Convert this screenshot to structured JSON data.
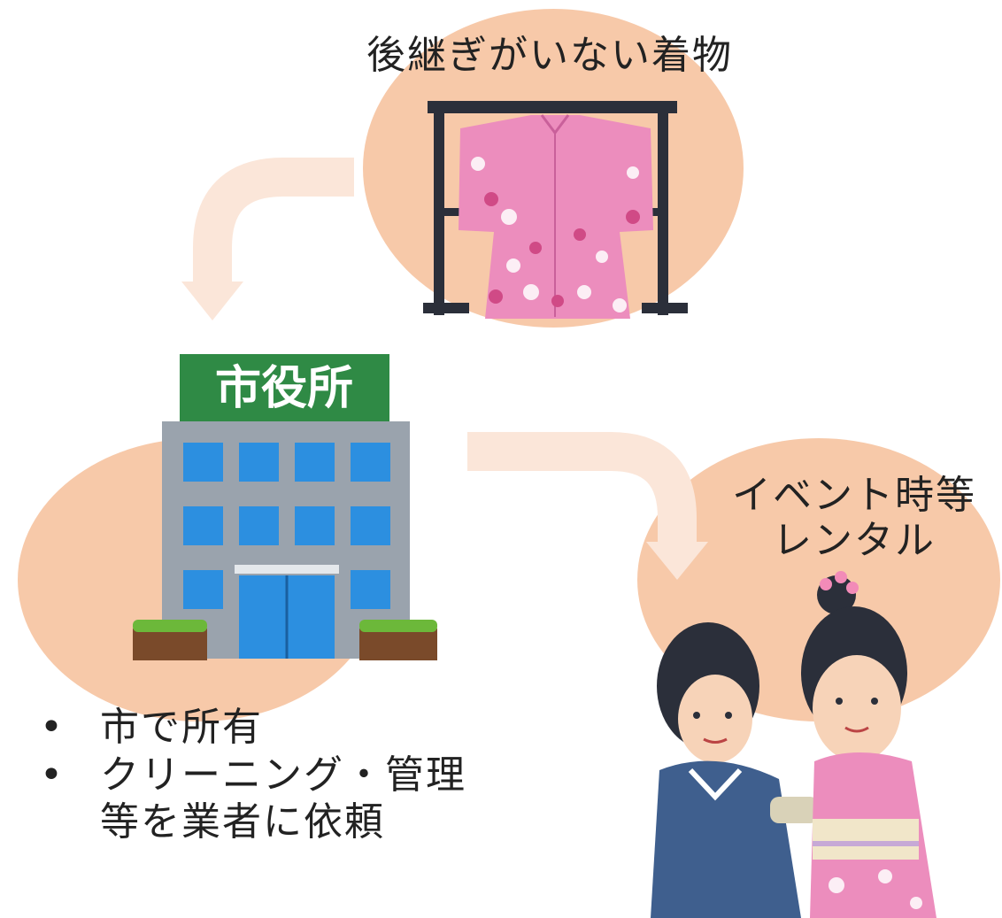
{
  "colors": {
    "blob": "#f7c9a9",
    "arrow": "#fbe6d9",
    "sign_green": "#2f8a45",
    "building_gray": "#9aa3ad",
    "window_blue": "#2c8fe0",
    "kimono_pink": "#ec8dbd",
    "stand_dark": "#2b2f3a"
  },
  "kimono": {
    "caption": "後継ぎがいない着物",
    "icon": "kimono-on-stand-icon"
  },
  "city_hall": {
    "sign": "市役所",
    "icon": "city-hall-building-icon"
  },
  "ownership": {
    "bullet_glyph": "•",
    "items": [
      {
        "line1": "市で所有",
        "line2": ""
      },
      {
        "line1": "クリーニング・管理",
        "line2": "等を業者に依頼"
      }
    ]
  },
  "rental": {
    "line1": "イベント時等",
    "line2": "レンタル",
    "icon": "kimono-dressing-people-icon"
  }
}
